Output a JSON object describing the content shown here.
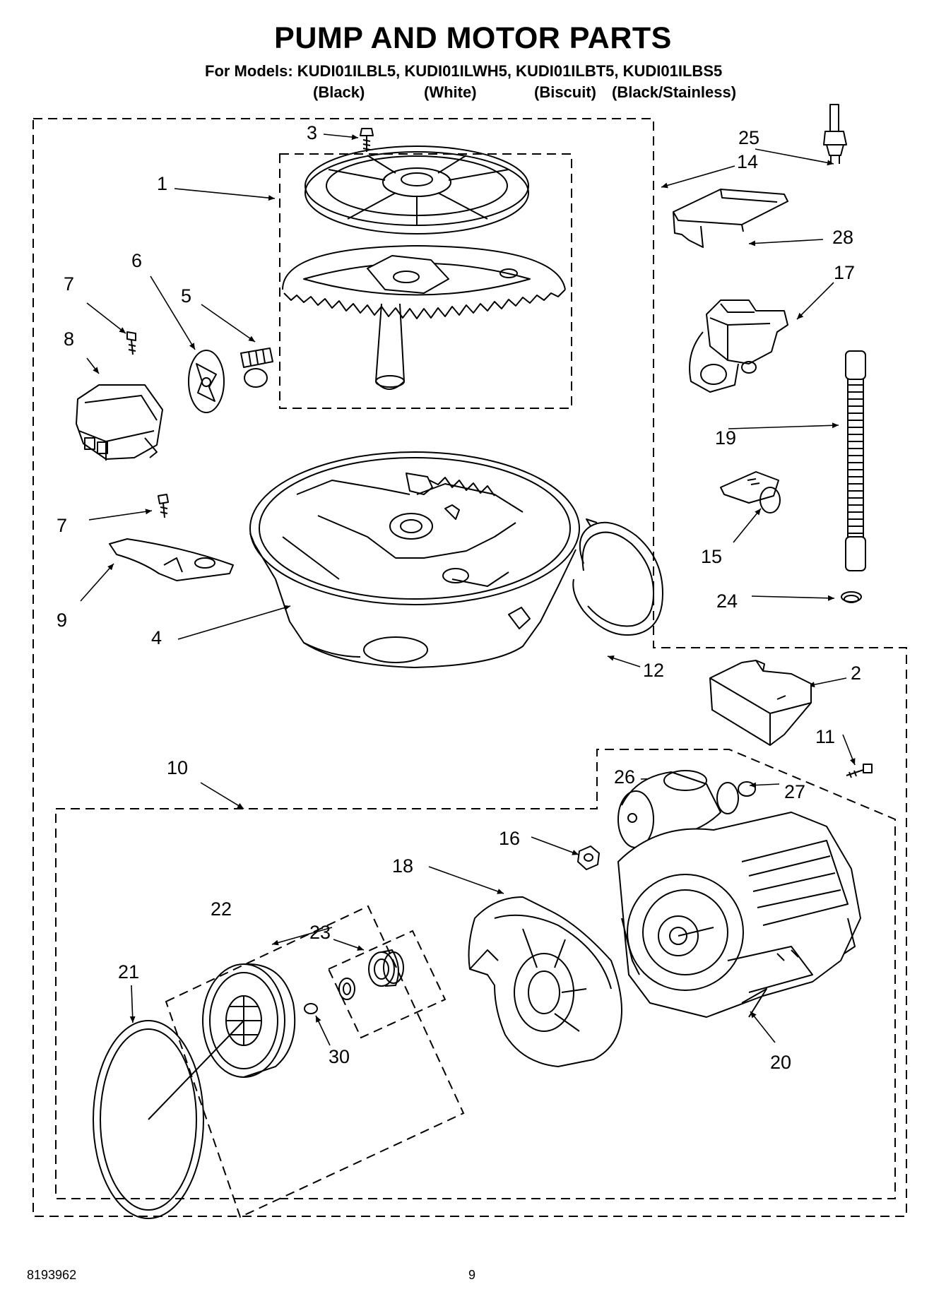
{
  "header": {
    "title": "PUMP AND MOTOR PARTS",
    "models_line": "For Models: KUDI01ILBL5, KUDI01ILWH5, KUDI01ILBT5, KUDI01ILBS5",
    "colors": [
      "(Black)",
      "(White)",
      "(Biscuit)",
      "(Black/Stainless)"
    ]
  },
  "callouts": [
    "1",
    "2",
    "3",
    "4",
    "5",
    "6",
    "7",
    "7",
    "8",
    "9",
    "10",
    "11",
    "12",
    "14",
    "15",
    "16",
    "17",
    "18",
    "19",
    "20",
    "21",
    "22",
    "23",
    "24",
    "25",
    "26",
    "27",
    "28",
    "30"
  ],
  "footer": {
    "doc_number": "8193962",
    "page_number": "9"
  }
}
